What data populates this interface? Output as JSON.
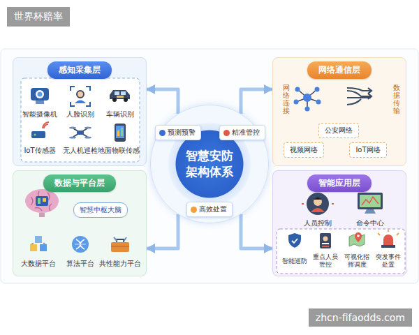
{
  "diagram": {
    "nodes": [
      {
        "text": [
          "感知采集层"
        ]
      },
      {
        "text": [
          "网络通信层"
        ]
      },
      {
        "text": [
          "公安网络"
        ],
        "in": 1
      },
      {
        "text": [
          "视频网络"
        ],
        "in": 1
      },
      {
        "text": [
          "IoT网络"
        ],
        "in": 1
      },
      {
        "text": [
          "智慧安防架构体系"
        ]
      },
      {
        "text": [
          "预测预警"
        ]
      },
      {
        "text": [
          "精准管控"
        ]
      },
      {
        "text": [
          "数据与平台层"
        ]
      },
      {
        "text": [
          "智慧中枢大脑"
        ],
        "in": 8
      },
      {
        "text": [
          "高效处置"
        ]
      },
      {
        "text": [
          "智能应用层"
        ]
      }
    ],
    "edges": [
      {
        "from": 5,
        "to": 0,
        "arrow": "to"
      },
      {
        "from": 5,
        "to": 1,
        "arrow": "to"
      },
      {
        "from": 5,
        "to": 8,
        "arrow": "to"
      },
      {
        "from": 5,
        "to": 11,
        "arrow": "to"
      }
    ],
    "labels": [
      "世界杯赔率",
      "智能摄像机",
      "人脸识别",
      "车辆识别",
      "IoT传感器",
      "无人机巡检",
      "地面物联传感",
      "大数据平台",
      "算法平台",
      "共性能力平台",
      "网络连接",
      "数据传输",
      "人员控制",
      "命令中心",
      "智能巡防",
      "重点人员管控",
      "可视化指挥调度",
      "突发事件处置",
      "zhcn-fifaodds.com"
    ]
  }
}
